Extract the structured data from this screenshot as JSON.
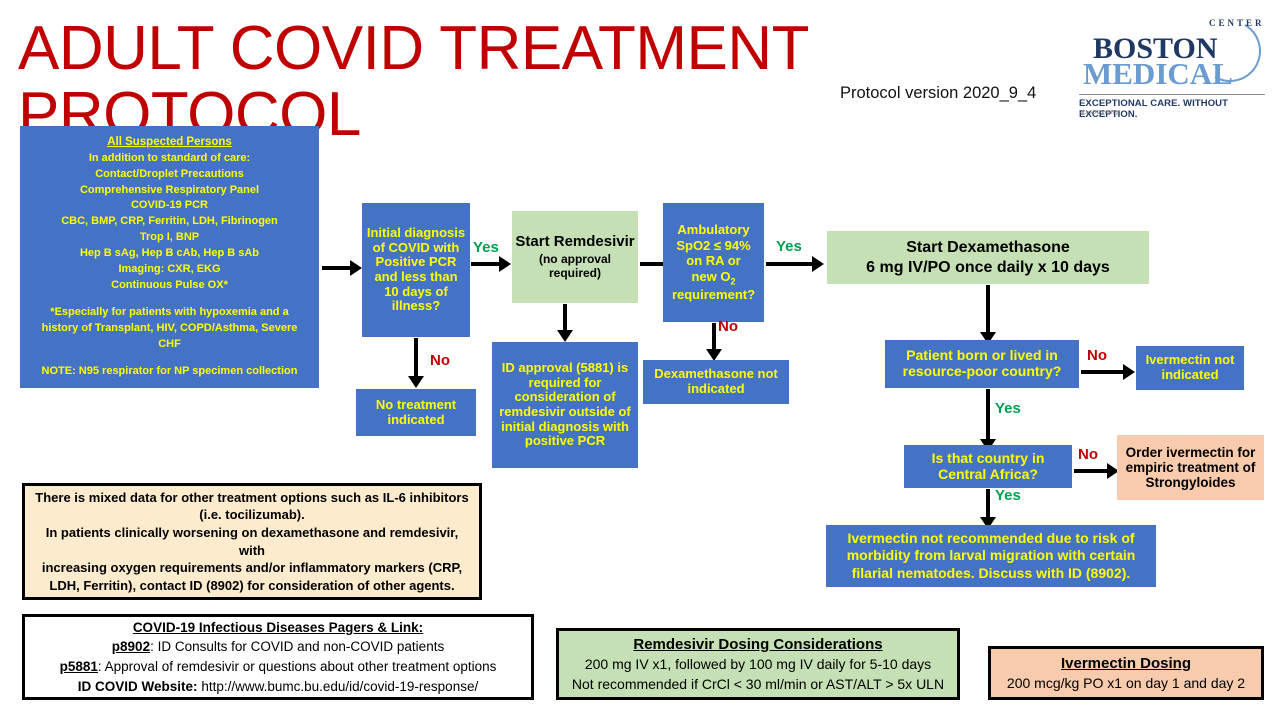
{
  "header": {
    "title": "ADULT COVID TREATMENT PROTOCOL",
    "version": "Protocol version 2020_9_4",
    "title_color": "#C00000"
  },
  "logo": {
    "word1": "BOSTON",
    "word2": "MEDICAL",
    "word3": "CENTER",
    "tagline": "EXCEPTIONAL CARE. WITHOUT EXCEPTION.",
    "subtext": "Fk.tr   kBG   Pmd.fig"
  },
  "sidebar": {
    "heading": "All Suspected Persons",
    "lines": [
      "In addition to standard of care:",
      "Contact/Droplet Precautions",
      "Comprehensive Respiratory Panel",
      "COVID-19 PCR",
      "CBC, BMP, CRP, Ferritin, LDH, Fibrinogen",
      "Trop I, BNP",
      "Hep B sAg, Hep B cAb,  Hep B sAb",
      "Imaging:  CXR, EKG",
      "Continuous Pulse OX*"
    ],
    "footnote_lines": [
      "*Especially  for patients with hypoxemia  and a",
      "history of Transplant,  HIV, COPD/Asthma, Severe",
      "CHF"
    ],
    "note": "NOTE: N95 respirator for NP specimen collection",
    "bg_color": "#4472C4",
    "text_color": "#FFFF00"
  },
  "flow": {
    "initial_diagnosis": "Initial diagnosis of COVID with Positive PCR and less than 10 days of illness?",
    "no_treatment": "No treatment indicated",
    "start_remdesivir_main": "Start Remdesivir",
    "start_remdesivir_sub": "(no approval required)",
    "id_approval": "ID approval (5881) is required for consideration of remdesivir outside of initial diagnosis with positive PCR",
    "ambulatory_l1": "Ambulatory",
    "ambulatory_l2": "SpO2 ≤ 94%",
    "ambulatory_l3": "on RA or",
    "ambulatory_l4_pre": "new O",
    "ambulatory_l4_sub": "2",
    "ambulatory_l5": "requirement?",
    "dex_not_indicated": "Dexamethasone not indicated",
    "start_dexamethasone_l1": "Start Dexamethasone",
    "start_dexamethasone_l2": "6 mg IV/PO once daily x 10 days",
    "resource_poor": "Patient born  or lived in resource-poor  country?",
    "ivermectin_not_indicated": "Ivermectin not indicated",
    "central_africa": "Is that country in Central Africa?",
    "order_ivermectin": "Order ivermectin for empiric treatment of Strongyloides",
    "ivermectin_warning": "Ivermectin not recommended due to risk of morbidity from larval migration with certain filarial nematodes. Discuss with ID (8902).",
    "label_yes": "Yes",
    "label_no": "No",
    "blue": "#4472C4",
    "green": "#C5E0B4",
    "peach": "#F8CBAD",
    "yes_color": "#00A050",
    "no_color": "#C00000"
  },
  "notes": {
    "mixed_data_l1": "There is mixed data for other treatment options such as IL-6 inhibitors",
    "mixed_data_l2": "(i.e. tocilizumab).",
    "worsening_l1": "In patients clinically worsening on dexamethasone and remdesivir, with",
    "worsening_l2": "increasing oxygen requirements and/or inflammatory markers (CRP,",
    "worsening_l3": "LDH, Ferritin), contact ID (8902)  for consideration of other agents."
  },
  "pagers": {
    "heading": "COVID-19 Infectious Diseases Pagers & Link:",
    "p8902_tag": "p8902",
    "p8902_text": ": ID Consults for COVID and non-COVID patients",
    "p5881_tag": "p5881",
    "p5881_text": ": Approval of remdesivir or questions about other treatment options",
    "website_label": "ID COVID  Website:",
    "website_url": "http://www.bumc.bu.edu/id/covid-19-response/"
  },
  "remdesivir_dosing": {
    "heading": "Remdesivir Dosing Considerations",
    "line1": "200 mg IV x1, followed by 100 mg IV daily for 5-10 days",
    "line2": "Not recommended  if CrCl < 30 ml/min or AST/ALT > 5x ULN"
  },
  "ivermectin_dosing": {
    "heading": "Ivermectin Dosing",
    "line1": "200 mcg/kg PO x1 on day 1 and day 2"
  }
}
